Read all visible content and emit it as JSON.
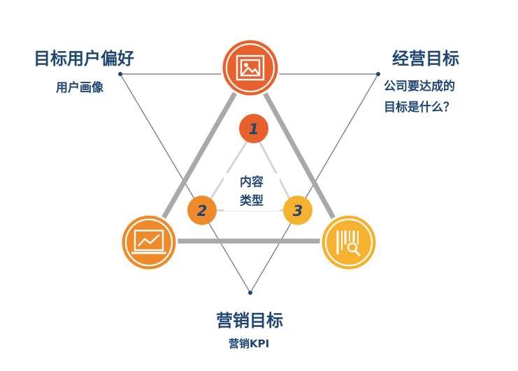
{
  "corners": {
    "top_left": {
      "title": "目标用户偏好",
      "subtitle": "用户画像"
    },
    "top_right": {
      "title": "经营目标",
      "subtitle": "公司要达成的\n目标是什么？"
    },
    "bottom": {
      "title": "营销目标",
      "subtitle": "营销KPI"
    }
  },
  "center": {
    "label": "内容\n类型"
  },
  "nodes": [
    {
      "number": "1",
      "color": "#e8602c"
    },
    {
      "number": "2",
      "color": "#ef8a2a"
    },
    {
      "number": "3",
      "color": "#f6b22e"
    }
  ],
  "icons": [
    {
      "name": "image-icon",
      "color": "#e8602c"
    },
    {
      "name": "monitor-chart-icon",
      "color": "#ef8a2a"
    },
    {
      "name": "barcode-search-icon",
      "color": "#f6b22e"
    }
  ],
  "colors": {
    "text": "#1f4673",
    "frame": "#a9a9a9",
    "thin_line": "#6f6f6f",
    "inner_line": "#d6d6d6"
  }
}
